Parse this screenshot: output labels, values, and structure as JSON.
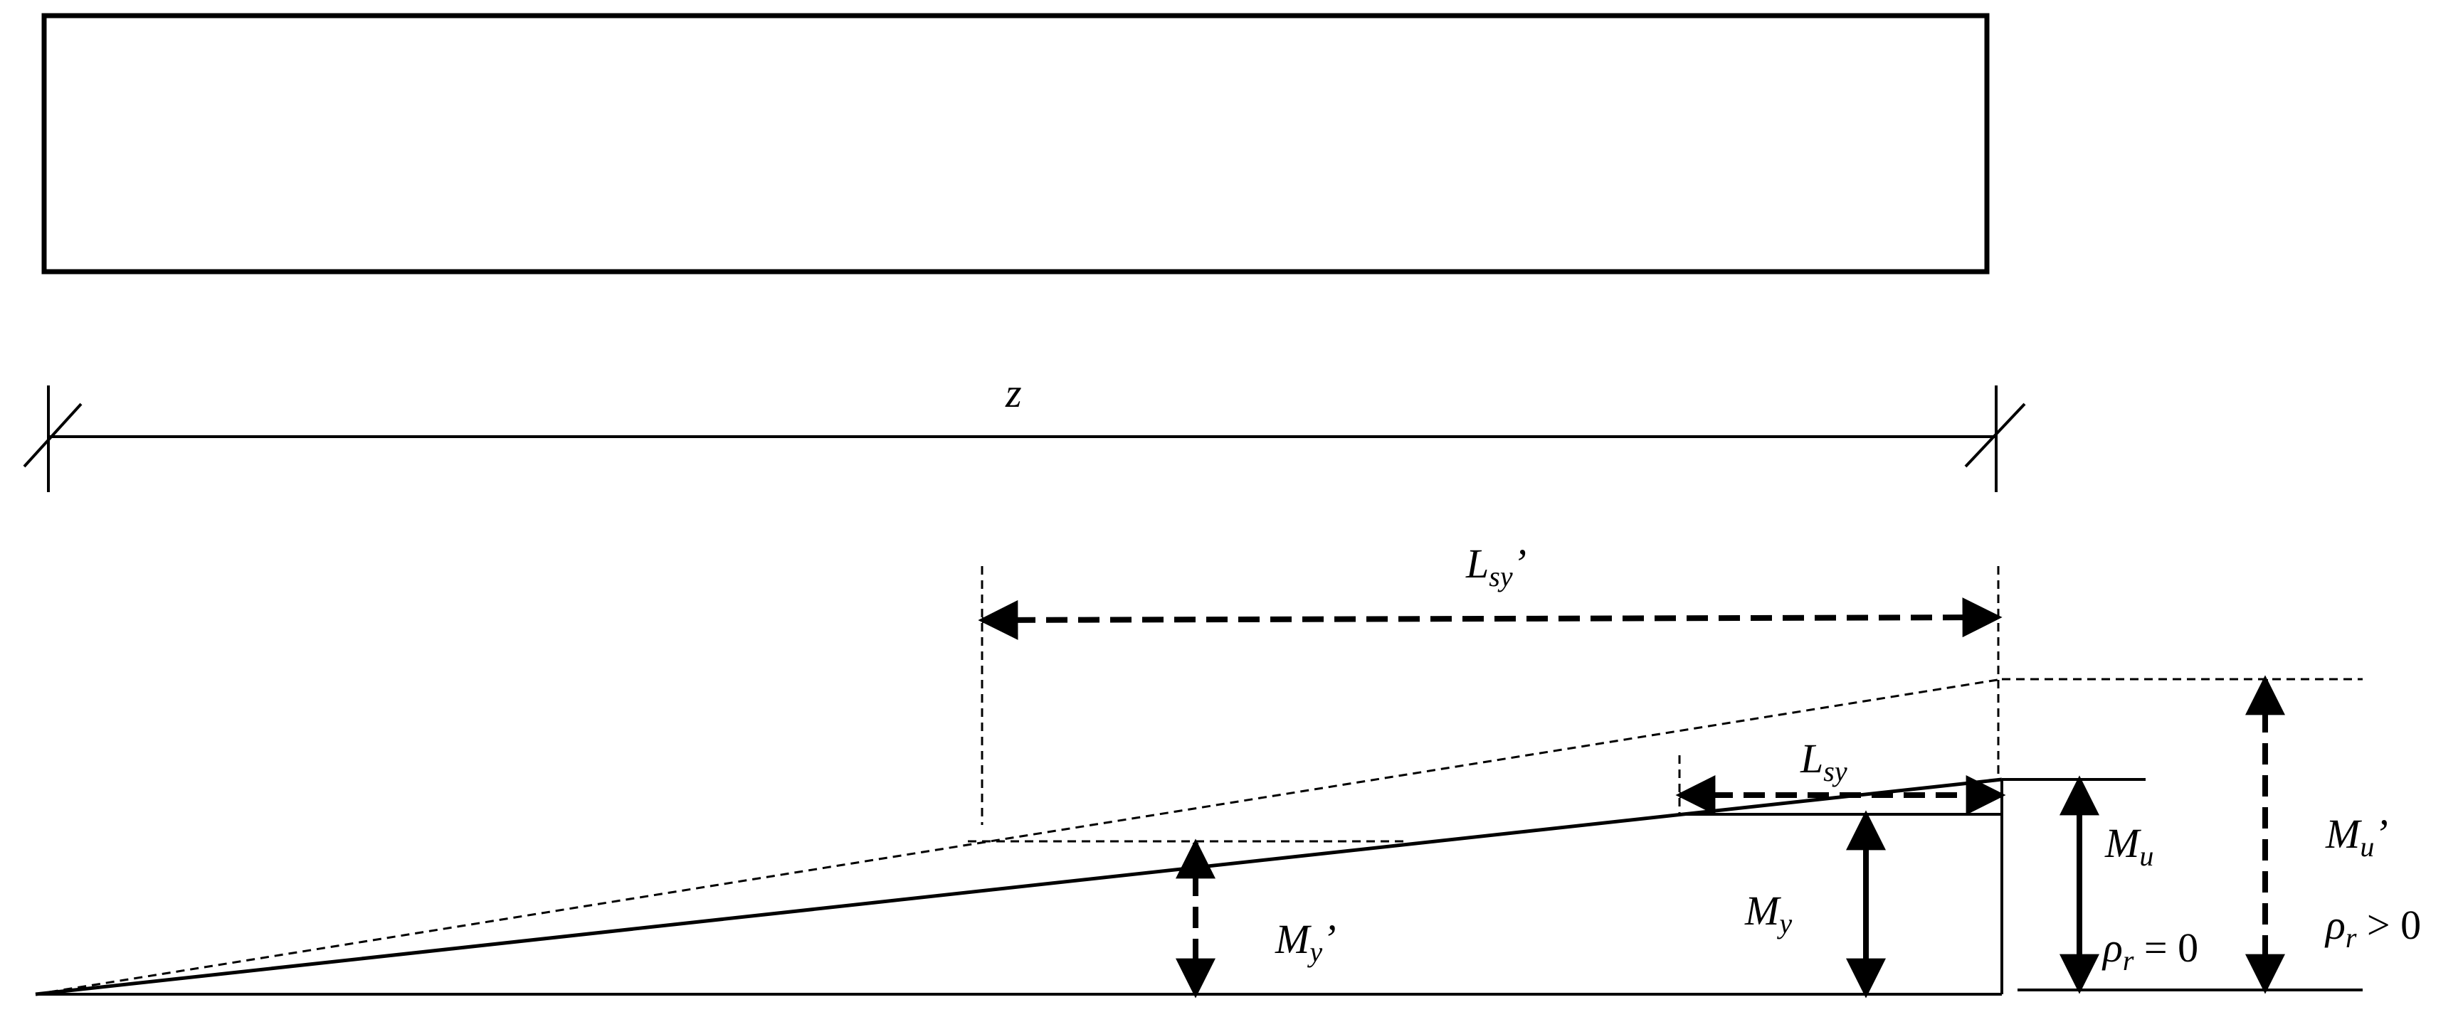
{
  "labels": {
    "z": "z",
    "lsy_prime": {
      "base": "L",
      "sub": "sy",
      "mark": "’"
    },
    "lsy": {
      "base": "L",
      "sub": "sy"
    },
    "mu": {
      "base": "M",
      "sub": "u"
    },
    "mu_prime": {
      "base": "M",
      "sub": "u",
      "mark": "’"
    },
    "my": {
      "base": "M",
      "sub": "y"
    },
    "my_prime": {
      "base": "M",
      "sub": "y",
      "mark": "’"
    },
    "rho_zero": {
      "base": "ρ",
      "sub": "r",
      "rest": " = 0"
    },
    "rho_positive": {
      "base": "ρ",
      "sub": "r",
      "rest": " > 0"
    }
  },
  "colors": {
    "stroke": "#000000",
    "background": "#ffffff"
  }
}
